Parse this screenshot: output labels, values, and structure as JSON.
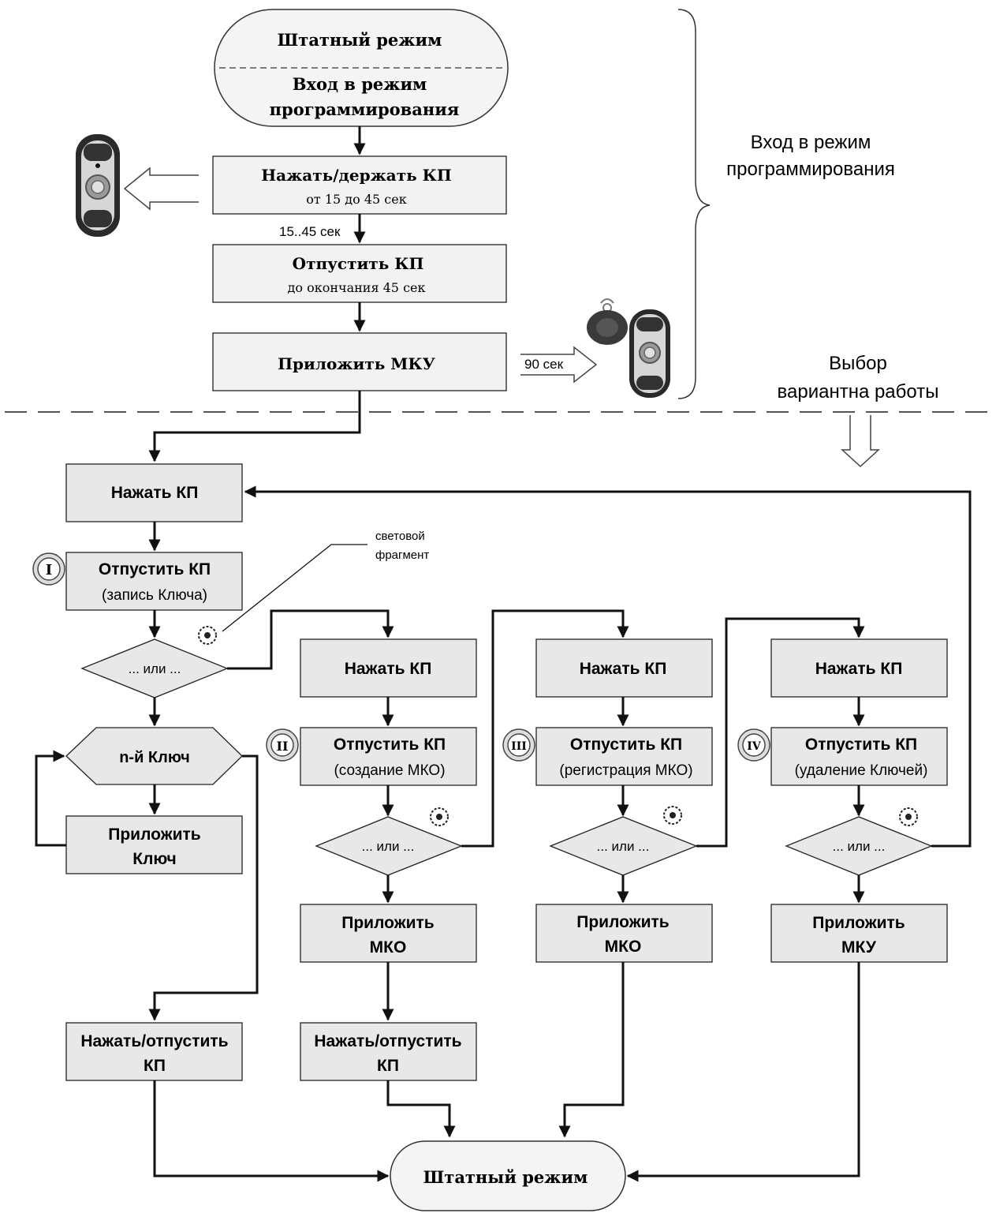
{
  "top_block": {
    "terminal_top": "Штатный режим",
    "terminal_bottom_line1": "Вход в режим",
    "terminal_bottom_line2": "программирования",
    "step1_title": "Нажать/держать КП",
    "step1_sub": "от 15 до 45 сек",
    "timer_label": "15..45 сек",
    "step2_title": "Отпустить КП",
    "step2_sub": "до окончания 45 сек",
    "step3_title": "Приложить МКУ",
    "timeout_label": "90 сек"
  },
  "side_labels": {
    "enter_line1": "Вход в режим",
    "enter_line2": "программирования",
    "choose_line1": "Выбор",
    "choose_line2": "вариантна работы"
  },
  "annotation": {
    "light_line1": "световой",
    "light_line2": "фрагмент"
  },
  "bottom_block": {
    "press_kp": "Нажать КП",
    "decision": "... или ...",
    "branch1": {
      "numeral": "I",
      "release_title": "Отпустить КП",
      "release_sub": "(запись Ключа)",
      "loop_label": "n-й Ключ",
      "apply_line1": "Приложить",
      "apply_line2": "Ключ",
      "final_line1": "Нажать/отпустить",
      "final_line2": "КП"
    },
    "branch2": {
      "numeral": "II",
      "press": "Нажать КП",
      "release_title": "Отпустить КП",
      "release_sub": "(создание МКО)",
      "apply_line1": "Приложить",
      "apply_line2": "МКО",
      "final_line1": "Нажать/отпустить",
      "final_line2": "КП"
    },
    "branch3": {
      "numeral": "III",
      "press": "Нажать КП",
      "release_title": "Отпустить КП",
      "release_sub": "(регистрация МКО)",
      "apply_line1": "Приложить",
      "apply_line2": "МКО"
    },
    "branch4": {
      "numeral": "IV",
      "press": "Нажать КП",
      "release_title": "Отпустить КП",
      "release_sub": "(удаление Ключей)",
      "apply_line1": "Приложить",
      "apply_line2": "МКУ"
    },
    "terminal_end": "Штатный режим"
  }
}
